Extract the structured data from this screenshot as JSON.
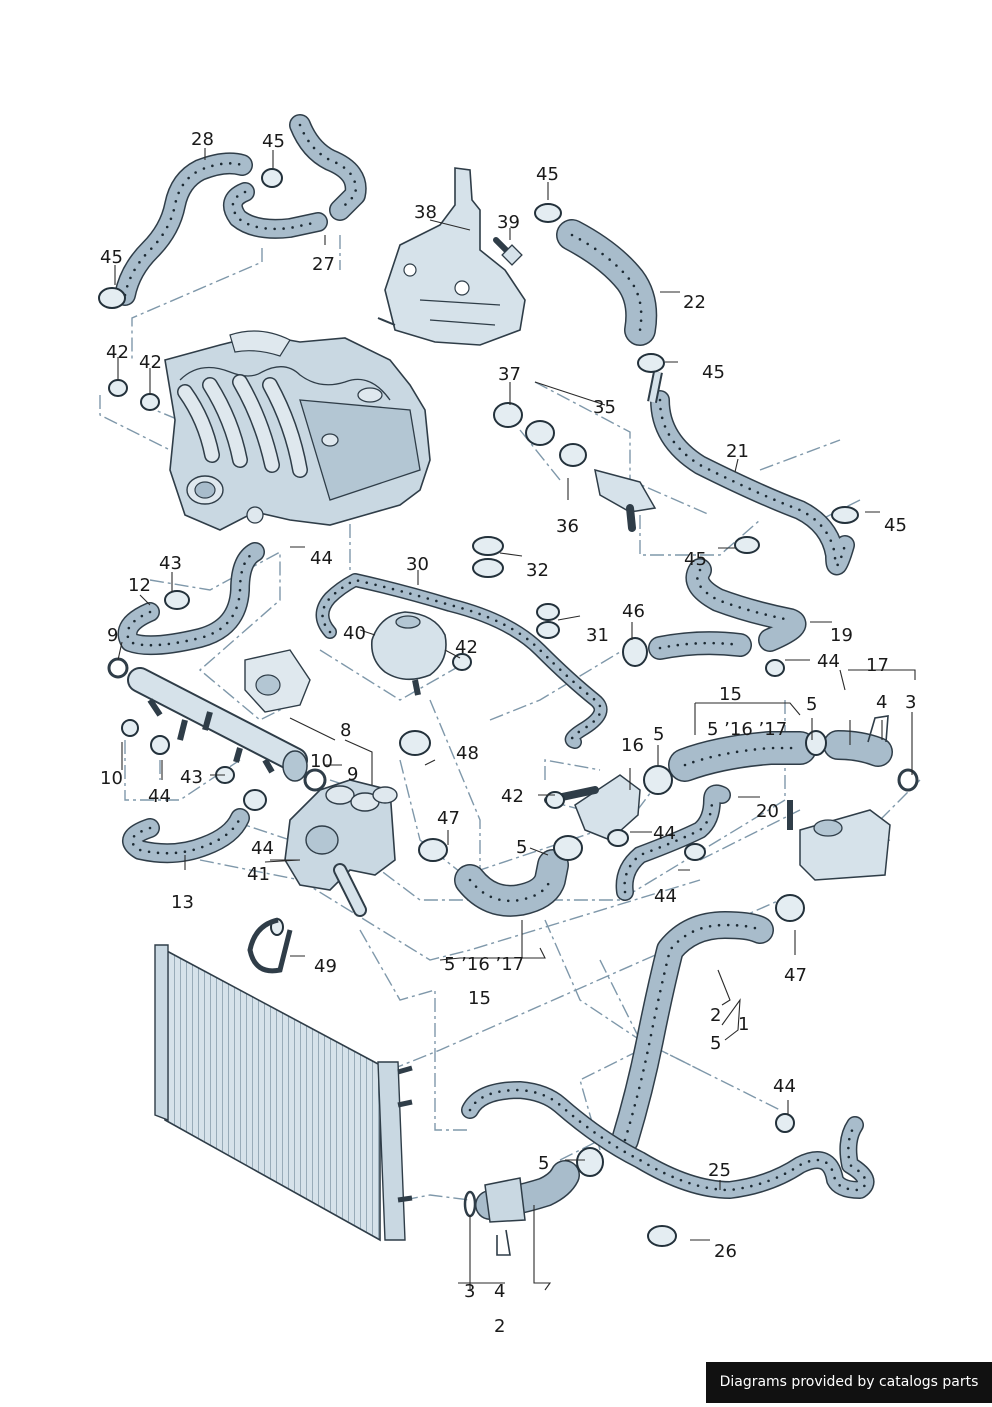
{
  "colors": {
    "hose_fill": "#a8bccb",
    "hose_outline": "#2f3d48",
    "part_fill": "#d6e2ea",
    "part_shade": "#b3c6d3",
    "dash_line": "#7f98aa",
    "text": "#1a1a1a",
    "footer_bg": "#111111",
    "footer_text": "#ffffff"
  },
  "labels": [
    "28",
    "45",
    "45",
    "27",
    "38",
    "39",
    "45",
    "22",
    "42",
    "42",
    "45",
    "37",
    "35",
    "21",
    "36",
    "45",
    "45",
    "43",
    "44",
    "12",
    "30",
    "32",
    "9",
    "40",
    "42",
    "31",
    "46",
    "19",
    "44",
    "17",
    "15",
    "5",
    "4",
    "3",
    "5 ’16 ’17",
    "8",
    "5",
    "16",
    "10",
    "9",
    "43",
    "10",
    "44",
    "42",
    "20",
    "47",
    "44",
    "5",
    "44",
    "48",
    "44",
    "41",
    "13",
    "49",
    "5 ’16 ’17",
    "15",
    "47",
    "2",
    "1",
    "5",
    "44",
    "5",
    "25",
    "26",
    "3",
    "4",
    "2"
  ],
  "footer": {
    "text": "Diagrams provided by catalogs parts"
  }
}
